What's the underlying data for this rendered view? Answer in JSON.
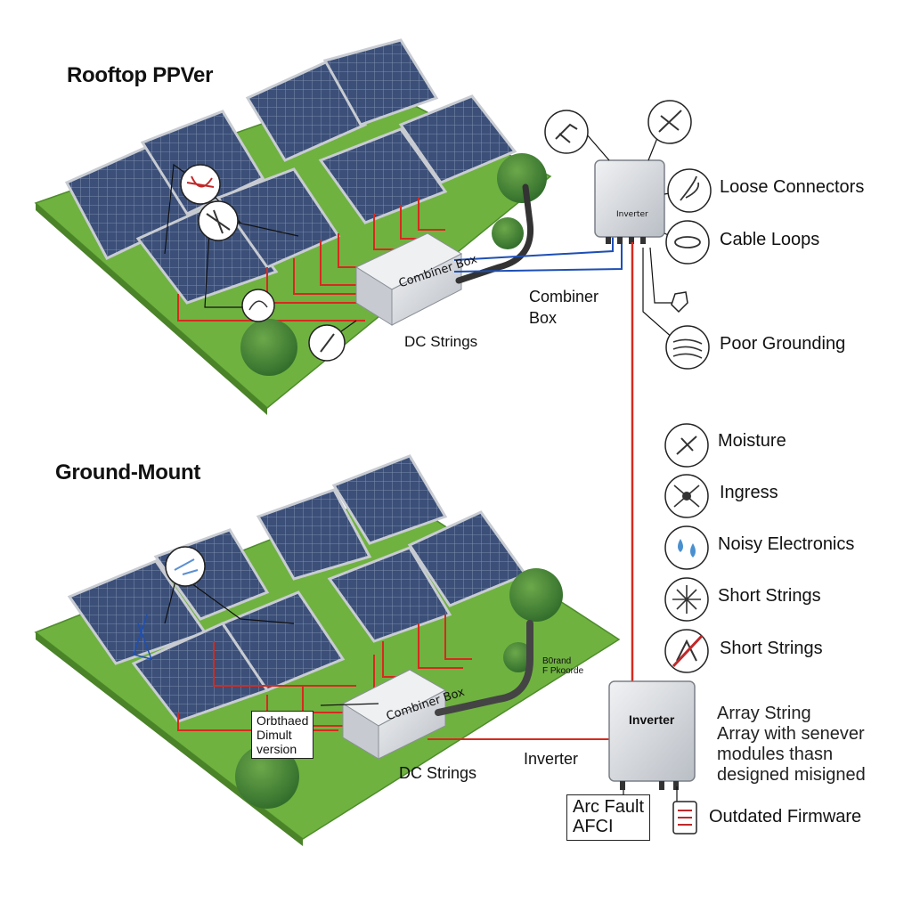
{
  "sections": {
    "rooftop_title": "Rooftop PPVer",
    "ground_title": "Ground-Mount"
  },
  "rooftop": {
    "combiner_box_label": "Combiner Box",
    "combiner_label_callout_line1": "Combiner",
    "combiner_label_callout_line2": "Box",
    "dc_strings_label": "DC Strings",
    "inverter_label": "Inverter"
  },
  "ground": {
    "combiner_box_label": "Combiner Box",
    "dc_strings_label": "DC Strings",
    "inverter_callout": "Inverter",
    "inverter_box_label": "Inverter",
    "small_label_line1": "B0rand",
    "small_label_line2": "F Pkoorde",
    "note_line1": "Orbthaed",
    "note_line2": "Dimult",
    "note_line3": "version",
    "afci_line1": "Arc Fault",
    "afci_line2": "AFCI"
  },
  "issues": [
    {
      "label": "Loose Connectors",
      "icon": "connector-icon"
    },
    {
      "label": "Cable Loops",
      "icon": "cable-loop-icon"
    },
    {
      "label": "Poor Grounding",
      "icon": "grounding-icon"
    },
    {
      "label": "Moisture",
      "icon": "moisture-icon"
    },
    {
      "label": "Ingress",
      "icon": "ingress-icon"
    },
    {
      "label": "Noisy Electronics",
      "icon": "water-drops-icon"
    },
    {
      "label": "Short Strings",
      "icon": "spark-icon"
    },
    {
      "label": "Short Strings",
      "icon": "no-symbol-icon"
    },
    {
      "label": "Outdated Firmware",
      "icon": "firmware-icon"
    }
  ],
  "array_note": {
    "line1": "Array String",
    "line2": "Array with senever",
    "line3": "modules thasn",
    "line4": "designed misigned"
  },
  "colors": {
    "grass": "#6fb240",
    "panel": "#3a4d74",
    "panel_frame": "#c8ccd2",
    "dc_wire": "#d62a1f",
    "ac_wire": "#1d4fb5",
    "equipment": "#dcdfe3"
  }
}
